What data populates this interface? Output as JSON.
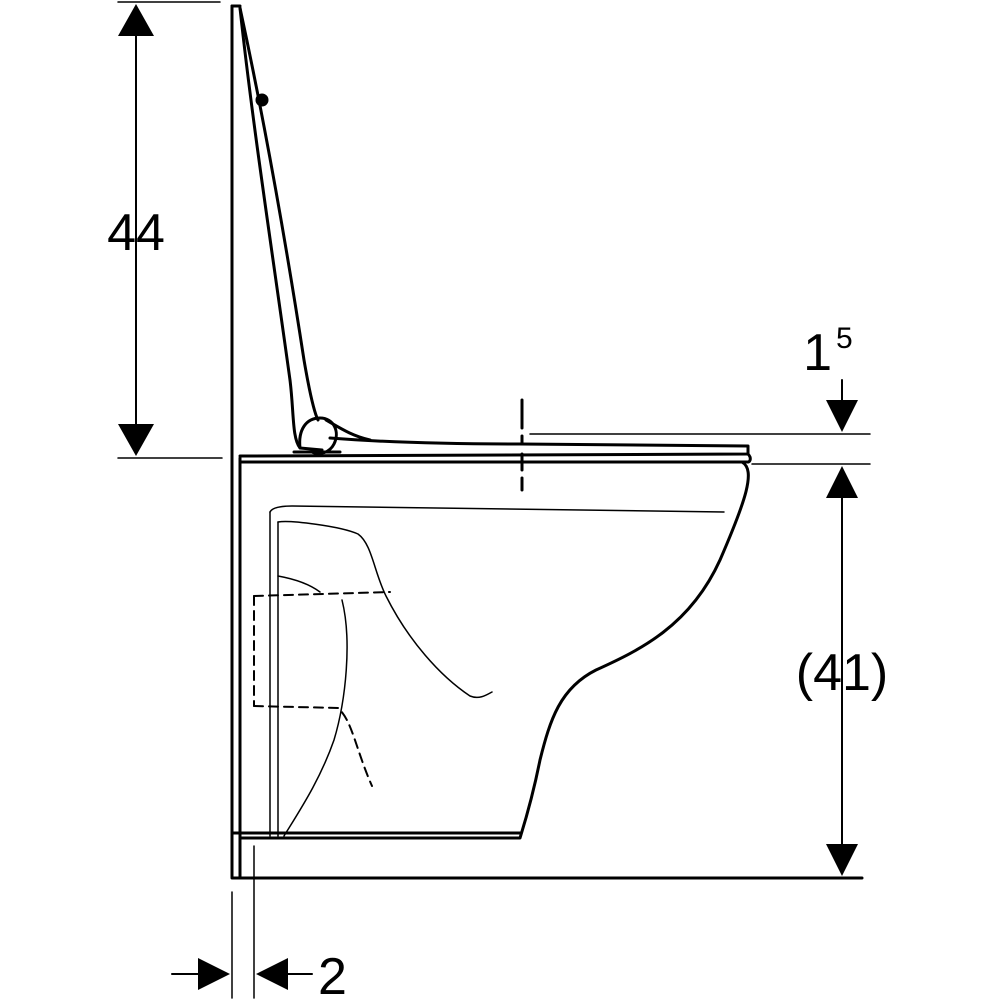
{
  "colors": {
    "line": "#000000",
    "background": "#ffffff"
  },
  "dimensions": {
    "seat_lid_height": {
      "value": "44"
    },
    "seat_thickness": {
      "base": "1",
      "superscript": "5"
    },
    "bowl_height": {
      "value": "(41)"
    },
    "wall_gap": {
      "value": "2"
    }
  }
}
